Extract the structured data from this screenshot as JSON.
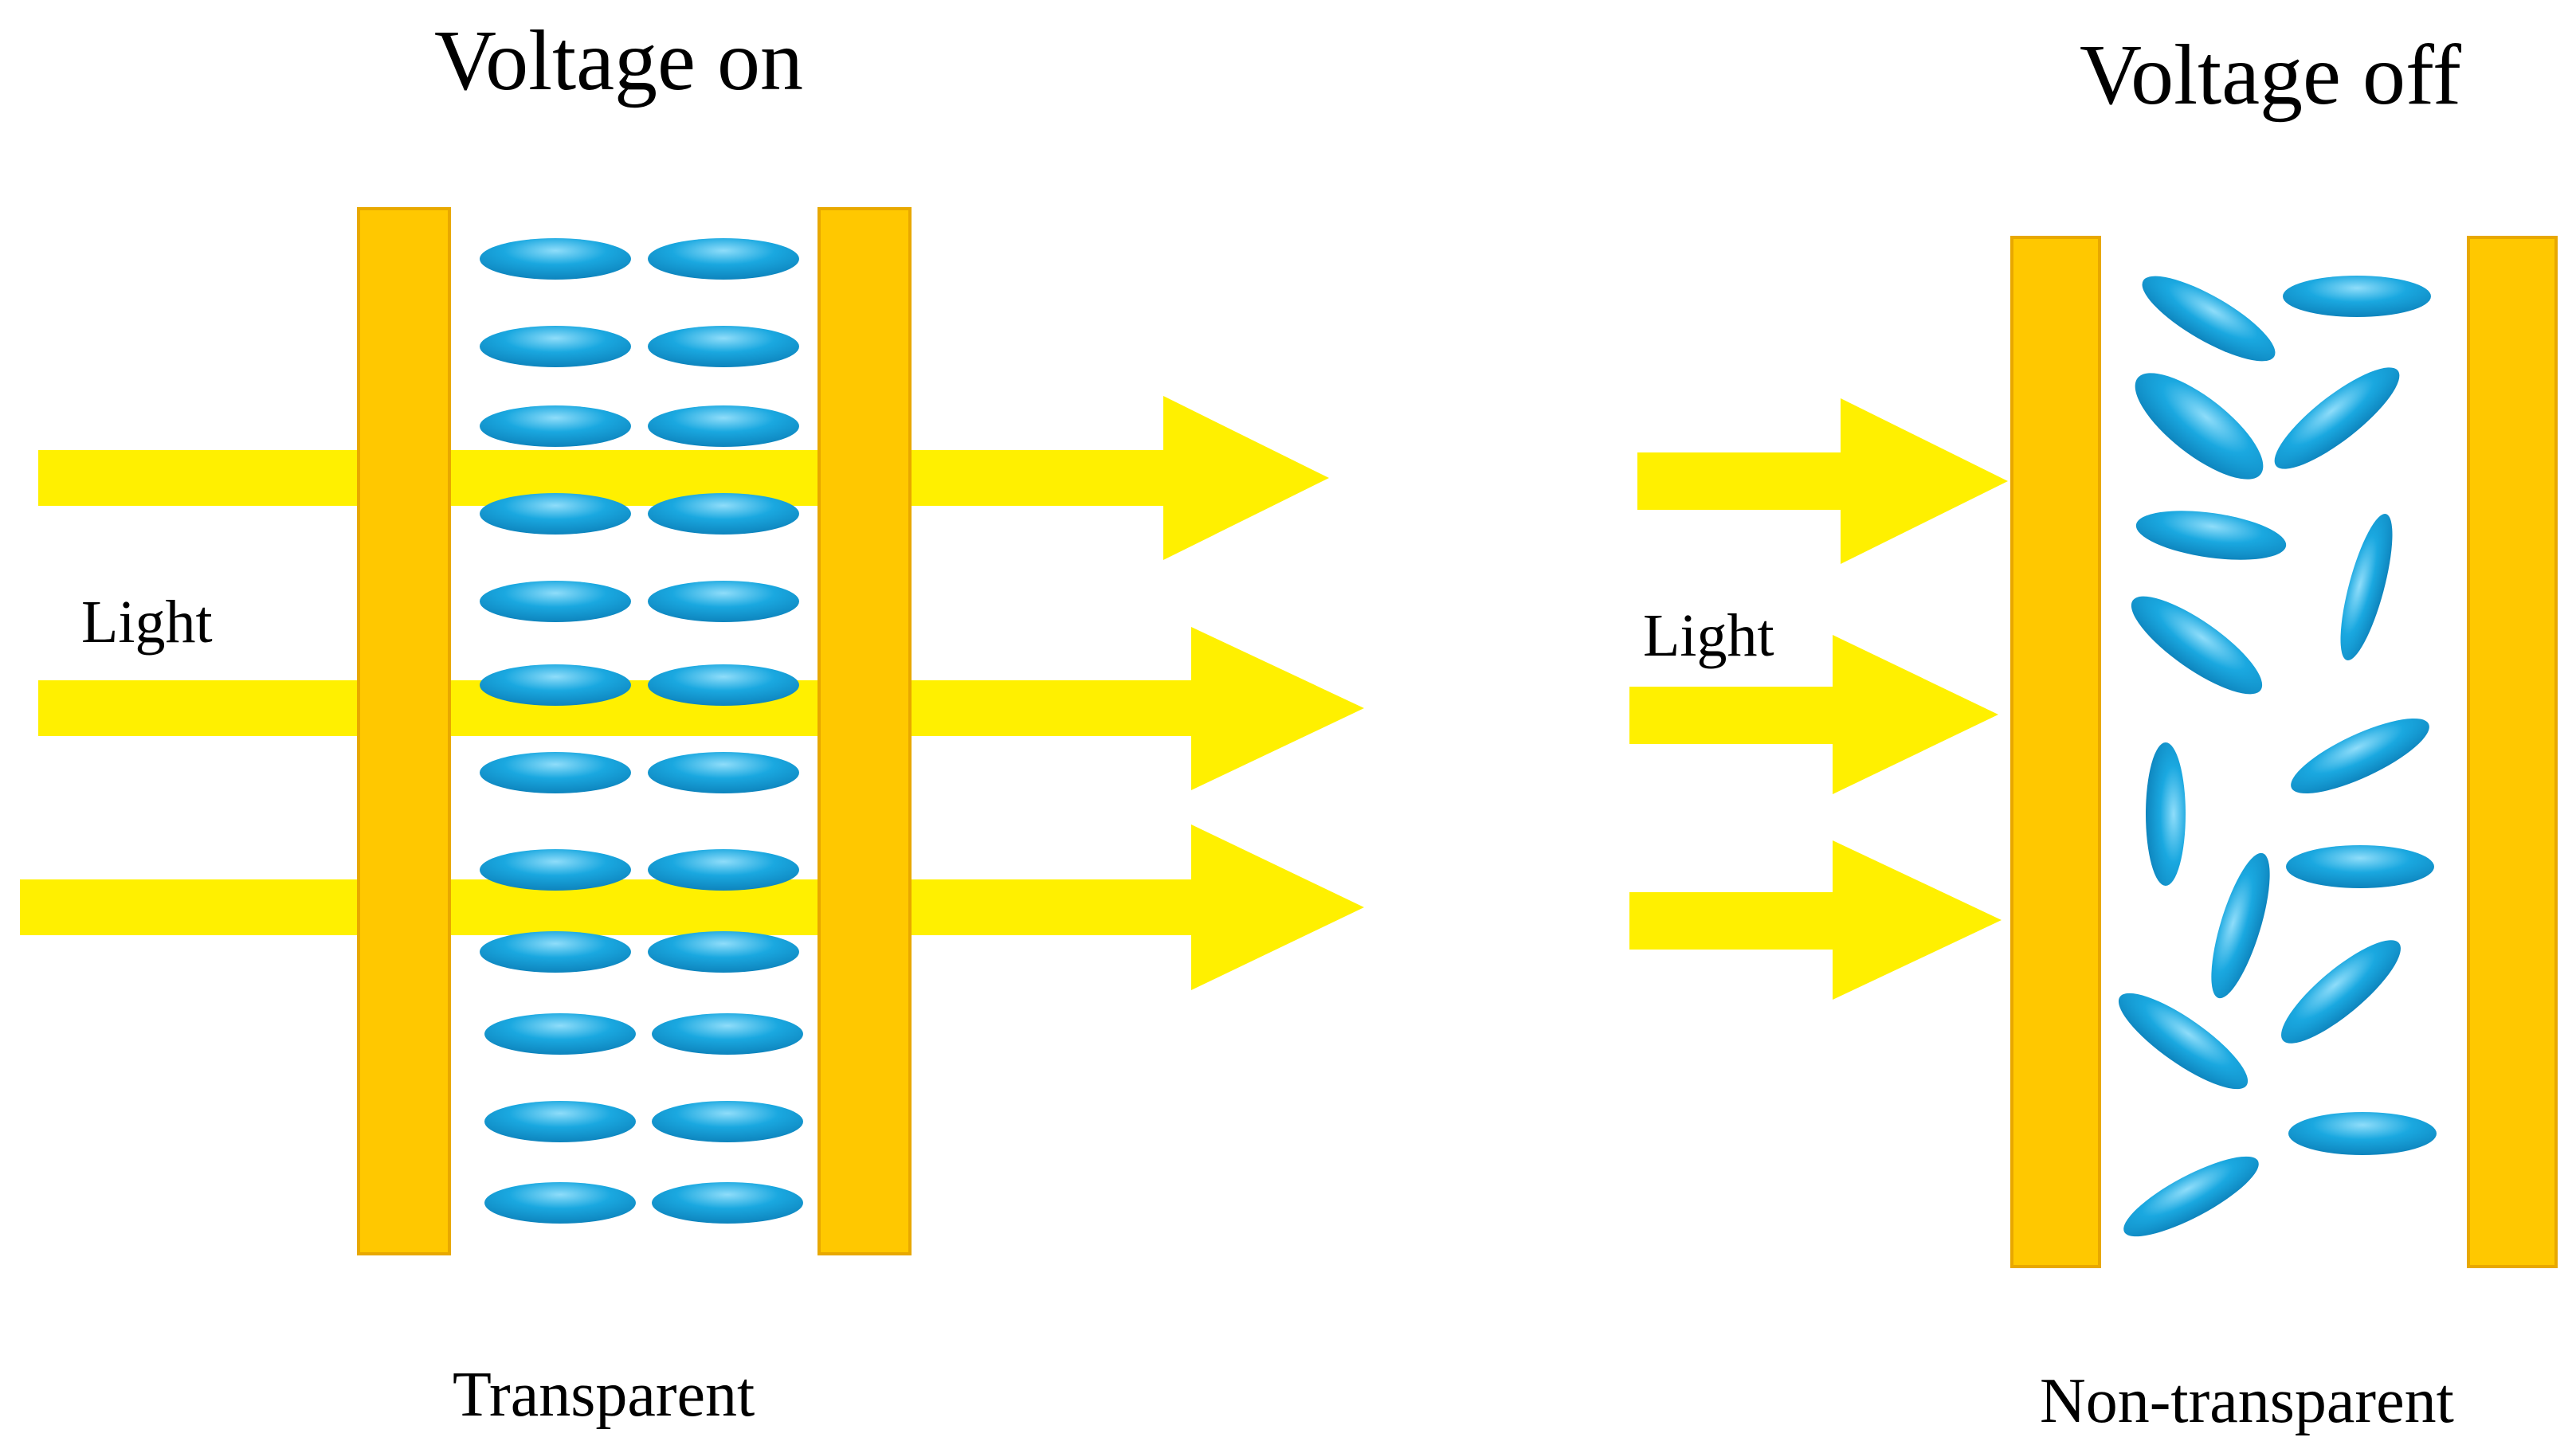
{
  "panels": {
    "on": {
      "title": "Voltage on",
      "light_label": "Light",
      "state_label": "Transparent"
    },
    "off": {
      "title": "Voltage off",
      "light_label": "Light",
      "state_label": "Non-transparent"
    }
  },
  "colors": {
    "electrode": "#FFC800",
    "electrode_edge": "#E8A800",
    "light": "#FFF000",
    "crystal": "#1AA8E0",
    "crystal_highlight": "#7FD6F8",
    "crystal_shadow": "#0C7FB8",
    "background": "#FFFFFF"
  }
}
